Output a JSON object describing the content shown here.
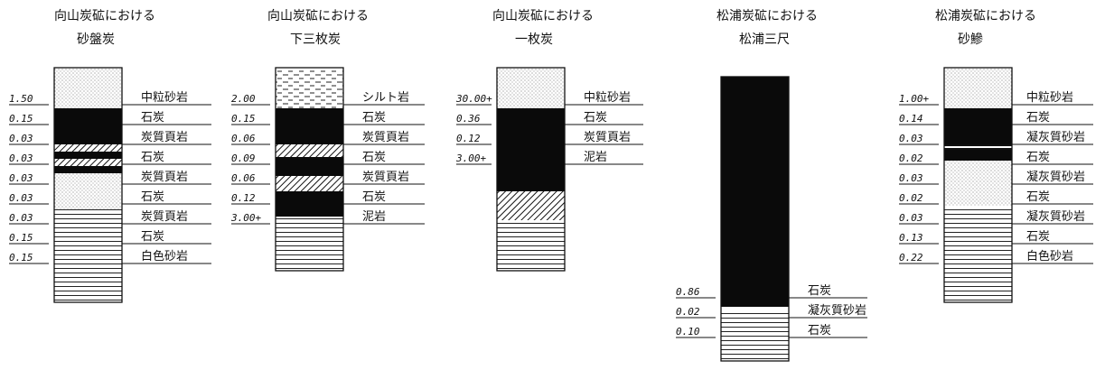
{
  "columns": [
    {
      "title": [
        "向山炭砿における",
        "砂盤炭"
      ],
      "layers": [
        {
          "value": "1.50",
          "label": "中粒砂岩",
          "pattern": "dots"
        },
        {
          "value": "0.15",
          "label": "石炭",
          "pattern": "coal"
        },
        {
          "value": "0.03",
          "label": "炭質頁岩",
          "pattern": "hatch"
        },
        {
          "value": "0.03",
          "label": "石炭",
          "pattern": "coal"
        },
        {
          "value": "0.03",
          "label": "炭質頁岩",
          "pattern": "hatch"
        },
        {
          "value": "0.03",
          "label": "石炭",
          "pattern": "coal"
        },
        {
          "value": "0.03",
          "label": "炭質頁岩",
          "pattern": "dots"
        },
        {
          "value": "0.15",
          "label": "石炭",
          "pattern": "lines"
        },
        {
          "value": "0.15",
          "label": "白色砂岩",
          "pattern": "lines"
        }
      ]
    },
    {
      "title": [
        "向山炭砿における",
        "下三枚炭"
      ],
      "layers": [
        {
          "value": "2.00",
          "label": "シルト岩",
          "pattern": "dash"
        },
        {
          "value": "0.15",
          "label": "石炭",
          "pattern": "coal"
        },
        {
          "value": "0.06",
          "label": "炭質頁岩",
          "pattern": "hatch"
        },
        {
          "value": "0.09",
          "label": "石炭",
          "pattern": "coal"
        },
        {
          "value": "0.06",
          "label": "炭質頁岩",
          "pattern": "hatch"
        },
        {
          "value": "0.12",
          "label": "石炭",
          "pattern": "coal"
        },
        {
          "value": "3.00+",
          "label": "泥岩",
          "pattern": "lines"
        }
      ]
    },
    {
      "title": [
        "向山炭砿における",
        "一枚炭"
      ],
      "layers": [
        {
          "value": "30.00+",
          "label": "中粒砂岩",
          "pattern": "dots"
        },
        {
          "value": "0.36",
          "label": "石炭",
          "pattern": "coal"
        },
        {
          "value": "0.12",
          "label": "炭質頁岩",
          "pattern": "hatch"
        },
        {
          "value": "3.00+",
          "label": "泥岩",
          "pattern": "lines"
        }
      ]
    },
    {
      "title": [
        "松浦炭砿における",
        "松浦三尺"
      ],
      "layers": [
        {
          "value": "0.86",
          "label": "石炭",
          "pattern": "coal"
        },
        {
          "value": "0.02",
          "label": "凝灰質砂岩",
          "pattern": "thin"
        },
        {
          "value": "0.10",
          "label": "石炭",
          "pattern": "lines"
        }
      ]
    },
    {
      "title": [
        "松浦炭砿における",
        "砂鰺"
      ],
      "layers": [
        {
          "value": "1.00+",
          "label": "中粒砂岩",
          "pattern": "dots"
        },
        {
          "value": "0.14",
          "label": "石炭",
          "pattern": "coal"
        },
        {
          "value": "0.03",
          "label": "凝灰質砂岩",
          "pattern": "stripe"
        },
        {
          "value": "0.02",
          "label": "石炭",
          "pattern": "coal"
        },
        {
          "value": "0.03",
          "label": "凝灰質砂岩",
          "pattern": "coal"
        },
        {
          "value": "0.02",
          "label": "石炭",
          "pattern": "dots"
        },
        {
          "value": "0.03",
          "label": "凝灰質砂岩",
          "pattern": "dots"
        },
        {
          "value": "0.13",
          "label": "石炭",
          "pattern": "lines"
        },
        {
          "value": "0.22",
          "label": "白色砂岩",
          "pattern": "lines"
        }
      ]
    }
  ]
}
